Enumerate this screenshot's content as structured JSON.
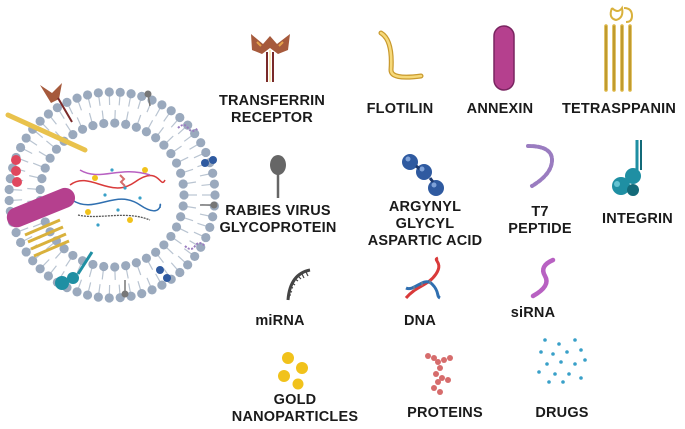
{
  "labels": {
    "transferrin": [
      "TRANSFERRIN",
      "RECEPTOR"
    ],
    "flotilin": "FLOTILIN",
    "annexin": "ANNEXIN",
    "tetraspanin": "TETRASPPANIN",
    "rabies": [
      "RABIES VIRUS",
      "GLYCOPROTEIN"
    ],
    "rgd": [
      "ARGYNYL",
      "GLYCYL",
      "ASPARTIC ACID"
    ],
    "t7": [
      "T7",
      "PEPTIDE"
    ],
    "integrin": "INTEGRIN",
    "mirna": "miRNA",
    "dna": "DNA",
    "sirna": "siRNA",
    "gold": [
      "GOLD",
      "NANOPARTICLES"
    ],
    "proteins": "PROTEINS",
    "drugs": "DRUGS"
  },
  "colors": {
    "membrane_head": "#9aa9bd",
    "tail": "#b9c4d1",
    "annexin": "#b5408e",
    "flotilin": "#e9c24c",
    "tetraspanin": "#d9b13c",
    "transferrin": "#a65a3c",
    "rgd": "#2f5aa0",
    "t7": "#9a7cc0",
    "integrin": "#1f8fa3",
    "dna_red": "#d93a3a",
    "dna_blue": "#2f6fb0",
    "sirna": "#b861c2",
    "gold": "#f1c21b",
    "proteins": "#d66c6c",
    "drugs": "#39a0c8",
    "text": "#1a1a1a"
  }
}
